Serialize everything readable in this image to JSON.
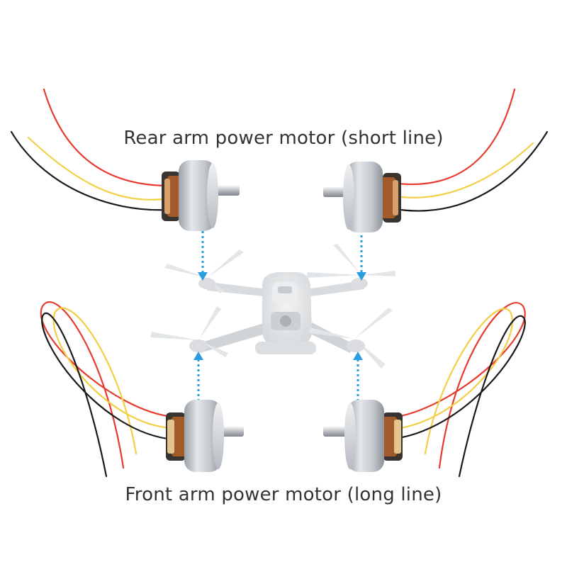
{
  "labels": {
    "rear": "Rear arm power motor (short line)",
    "front": "Front arm power motor (long line)"
  },
  "colors": {
    "wire_red": "#e63b2e",
    "wire_yellow": "#f2cf45",
    "wire_black": "#1a1a1a",
    "motor_body": "#c9cdd2",
    "arrow": "#2a9ddf",
    "drone": "#d9dcdf"
  },
  "motors": [
    {
      "position": "rear-left"
    },
    {
      "position": "rear-right"
    },
    {
      "position": "front-left"
    },
    {
      "position": "front-right"
    }
  ]
}
